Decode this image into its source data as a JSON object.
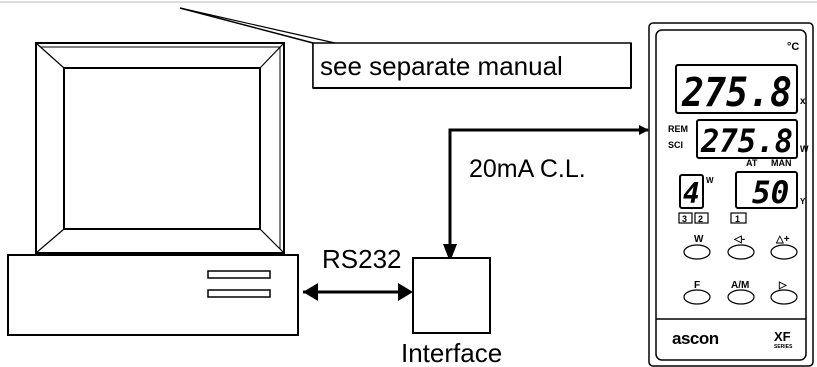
{
  "callout": {
    "text": "see separate manual"
  },
  "labels": {
    "current_loop": "20mA C.L.",
    "serial": "RS232",
    "interface": "Interface"
  },
  "controller": {
    "unit": "°C",
    "display_x": {
      "value": "275.8",
      "suffix": "x"
    },
    "rem_label": "REM",
    "sci_label": "SCI",
    "display_w": {
      "value": "275.8",
      "suffix": "W"
    },
    "at_label": "AT",
    "man_label": "MAN",
    "display_small": {
      "value": "4",
      "suffix": "W"
    },
    "display_y": {
      "value": "50",
      "suffix": "Y"
    },
    "leds": [
      "3",
      "2",
      "1"
    ],
    "buttons_row1": [
      "W",
      "◁-",
      "△+"
    ],
    "buttons_row2": [
      "F",
      "A/M",
      "▷"
    ],
    "brand": "ascon",
    "series_logo": "XF",
    "series_sub": "SERIES"
  }
}
